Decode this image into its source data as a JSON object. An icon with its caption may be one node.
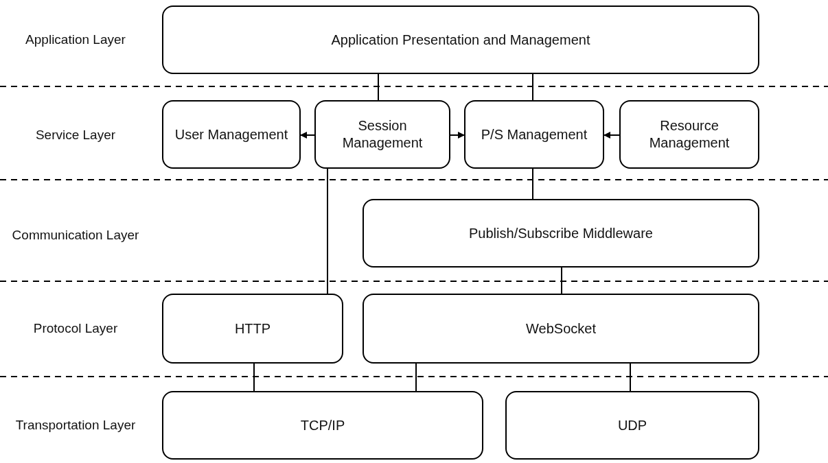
{
  "diagram": {
    "nodes": [
      {
        "text": [
          "Application Presentation and Management"
        ]
      },
      {
        "text": [
          "User Management"
        ]
      },
      {
        "text": [
          "Session Management"
        ]
      },
      {
        "text": [
          "P/S Management"
        ]
      },
      {
        "text": [
          "Resource Management"
        ]
      },
      {
        "text": [
          "Publish/Subscribe Middleware"
        ]
      },
      {
        "text": [
          "HTTP"
        ]
      },
      {
        "text": [
          "WebSocket"
        ]
      },
      {
        "text": [
          "TCP/IP"
        ]
      },
      {
        "text": [
          "UDP"
        ]
      }
    ],
    "edges": [
      {
        "from": 2,
        "to": 0,
        "arrow": "none"
      },
      {
        "from": 3,
        "to": 0,
        "arrow": "none"
      },
      {
        "from": 2,
        "to": 1,
        "arrow": "to"
      },
      {
        "from": 2,
        "to": 3,
        "arrow": "to"
      },
      {
        "from": 4,
        "to": 3,
        "arrow": "to"
      },
      {
        "from": 3,
        "to": 5,
        "arrow": "none"
      },
      {
        "from": 2,
        "to": 6,
        "arrow": "none"
      },
      {
        "from": 5,
        "to": 7,
        "arrow": "none"
      },
      {
        "from": 6,
        "to": 8,
        "arrow": "none"
      },
      {
        "from": 7,
        "to": 8,
        "arrow": "none"
      },
      {
        "from": 7,
        "to": 9,
        "arrow": "none"
      }
    ],
    "labels": [
      "Application Layer",
      "Service Layer",
      "Communication Layer",
      "Protocol Layer",
      "Transportation Layer"
    ]
  }
}
